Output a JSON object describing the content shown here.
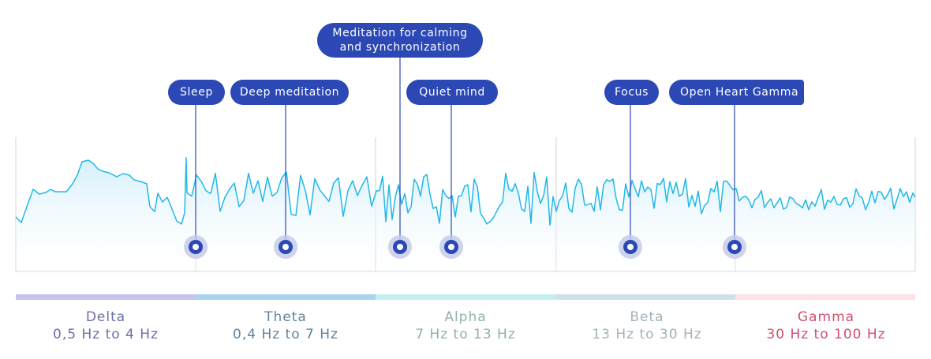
{
  "annotations": [
    {
      "id": "sleep",
      "label": "Sleep"
    },
    {
      "id": "deep-meditation",
      "label": "Deep meditation"
    },
    {
      "id": "meditation-calming",
      "label": "Meditation for calming\nand synchronization"
    },
    {
      "id": "quiet-mind",
      "label": "Quiet mind"
    },
    {
      "id": "focus",
      "label": "Focus"
    },
    {
      "id": "open-heart-gamma",
      "label": "Open Heart Gamma"
    }
  ],
  "bands": [
    {
      "id": "delta",
      "name": "Delta",
      "range": "0,5 Hz to 4 Hz",
      "color": "#6b6fa8",
      "bar_color": "#c5c3ec"
    },
    {
      "id": "theta",
      "name": "Theta",
      "range": "0,4 Hz to 7 Hz",
      "color": "#5e84a0",
      "bar_color": "#a9d4ee"
    },
    {
      "id": "alpha",
      "name": "Alpha",
      "range": "7 Hz to 13 Hz",
      "color": "#8fb1ad",
      "bar_color": "#c5eef0"
    },
    {
      "id": "beta",
      "name": "Beta",
      "range": "13 Hz to 30 Hz",
      "color": "#a1b2ba",
      "bar_color": "#cfe1e8"
    },
    {
      "id": "gamma",
      "name": "Gamma",
      "range": "30 Hz to 100 Hz",
      "color": "#d14f70",
      "bar_color": "#fde1e6"
    }
  ],
  "colors": {
    "wave_stroke": "#22b8e9",
    "wave_fill_top": "#d2effb",
    "marker": "#2b48b5",
    "marker_halo": "#c3c8ea",
    "axis": "#d0d3d9",
    "pill": "#2b48b5"
  }
}
